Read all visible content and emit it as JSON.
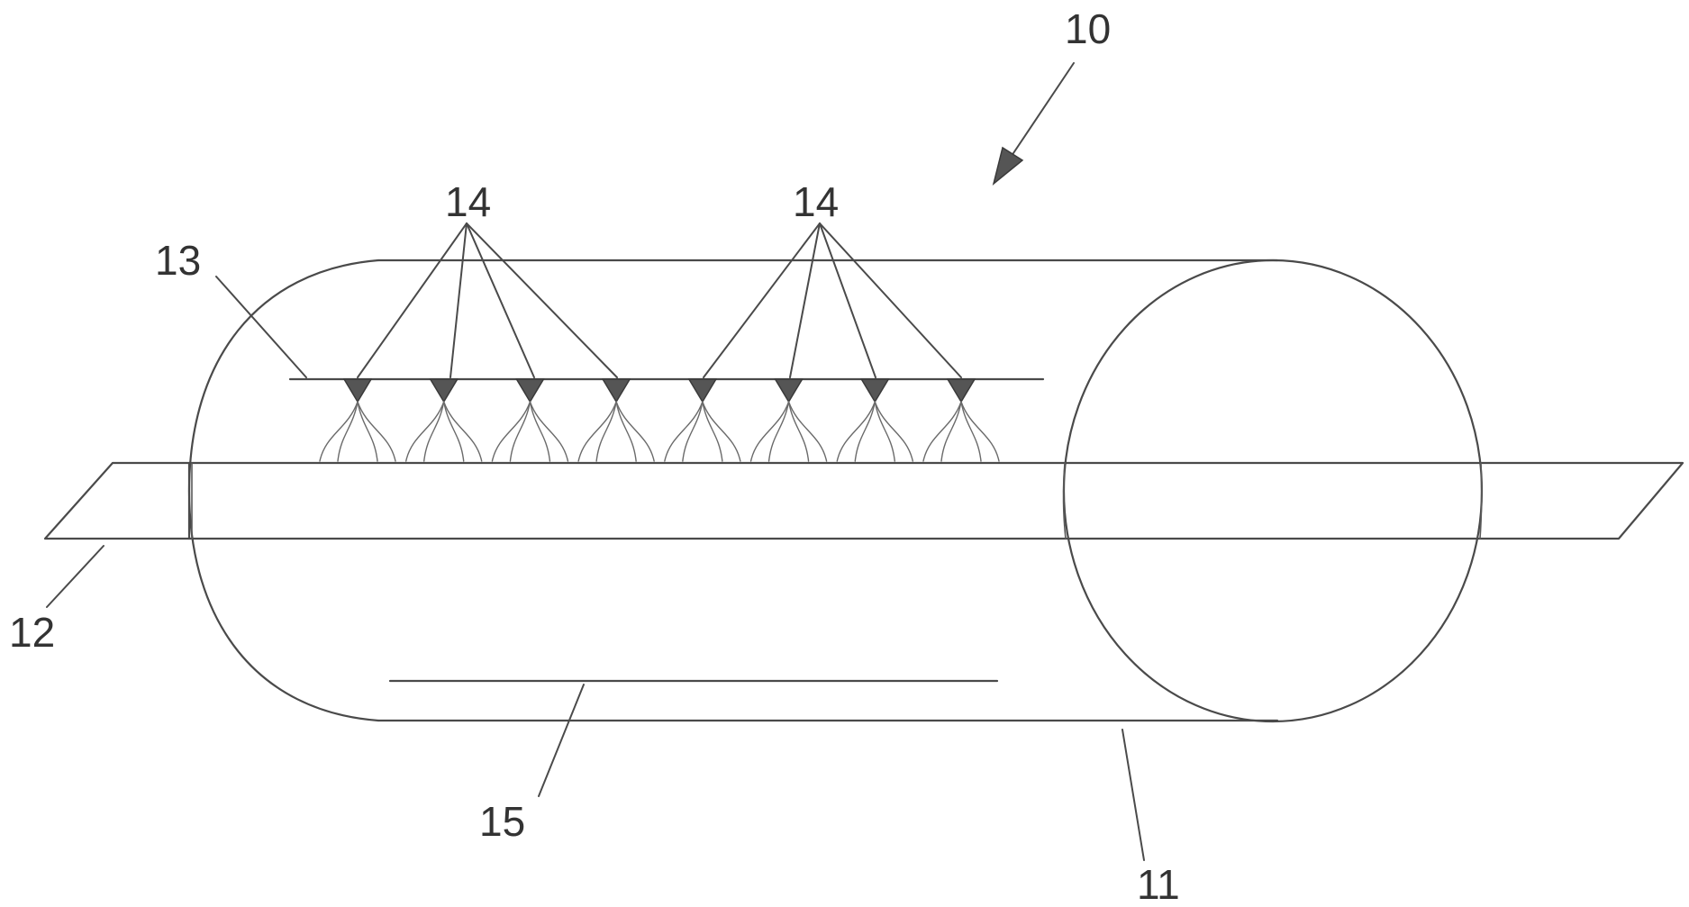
{
  "figure": {
    "references": {
      "device": "10",
      "vessel": "11",
      "strip": "12",
      "manifold": "13",
      "nozzles_group_1": "14",
      "nozzles_group_2": "14",
      "bottom_element": "15"
    },
    "nozzle_count": 8
  }
}
